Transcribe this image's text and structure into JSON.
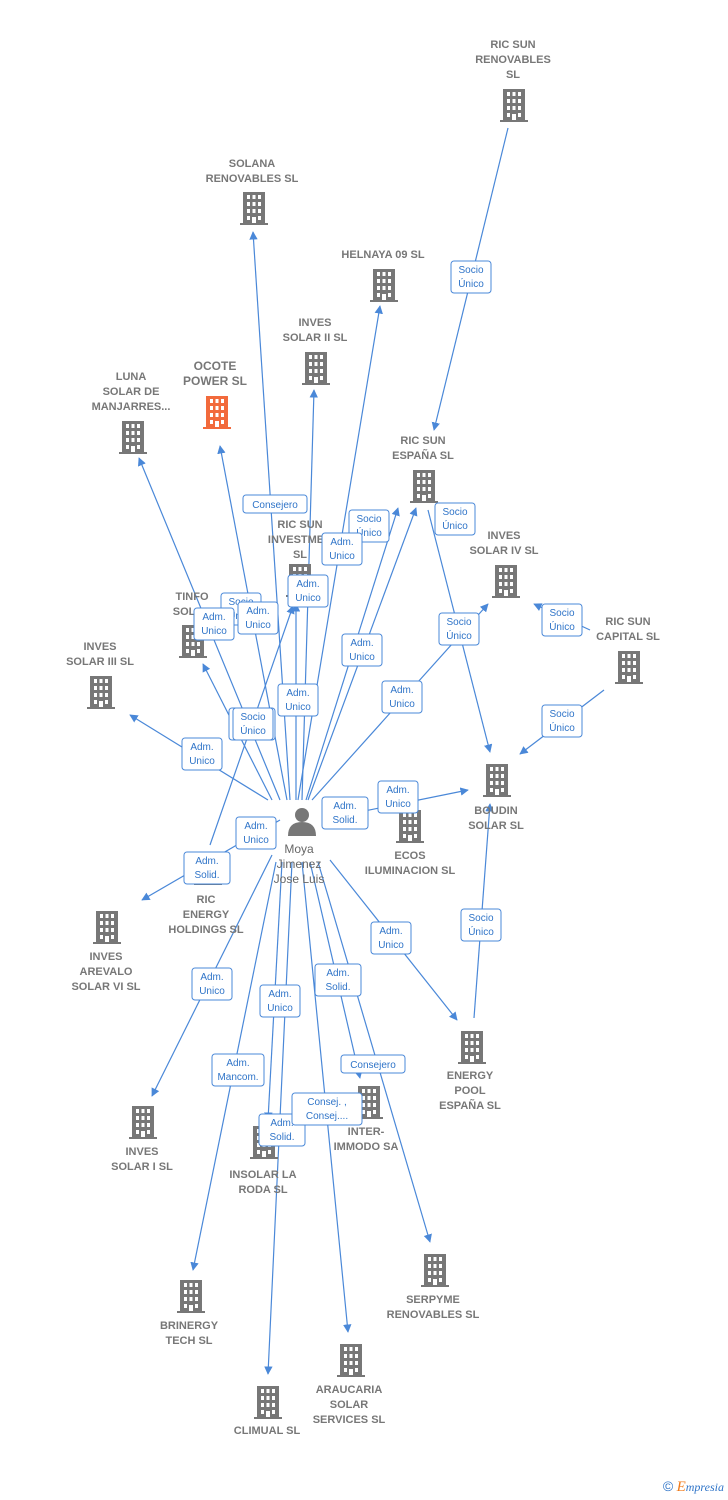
{
  "colors": {
    "building": "#777777",
    "building_highlight": "#f26a3c",
    "edge": "#4a88d8",
    "person": "#777777"
  },
  "person": {
    "name_lines": [
      "Moya",
      "Jimenez",
      "Jose Luis"
    ],
    "icon": "person-icon"
  },
  "companies": [
    {
      "id": "ric_sun_renovables",
      "lines": [
        "RIC SUN",
        "RENOVABLES",
        "SL"
      ]
    },
    {
      "id": "solana_renovables",
      "lines": [
        "SOLANA",
        "RENOVABLES SL"
      ]
    },
    {
      "id": "helnaya_09",
      "lines": [
        "HELNAYA 09 SL"
      ]
    },
    {
      "id": "inves_solar_ii",
      "lines": [
        "INVES",
        "SOLAR II SL"
      ]
    },
    {
      "id": "ocote_power",
      "lines": [
        "OCOTE",
        "POWER  SL"
      ],
      "highlight": true
    },
    {
      "id": "luna_solar",
      "lines": [
        "LUNA",
        "SOLAR DE",
        "MANJARRES..."
      ]
    },
    {
      "id": "ric_sun_espana",
      "lines": [
        "RIC SUN",
        "ESPAÑA  SL"
      ]
    },
    {
      "id": "ric_sun_investments",
      "lines": [
        "RIC SUN",
        "INVESTMEN",
        "SL"
      ]
    },
    {
      "id": "inves_solar_iv",
      "lines": [
        "INVES",
        "SOLAR IV SL"
      ]
    },
    {
      "id": "tinfo_solar",
      "lines": [
        "TINFO",
        "SOLAR"
      ]
    },
    {
      "id": "ric_sun_capital",
      "lines": [
        "RIC SUN",
        "CAPITAL  SL"
      ]
    },
    {
      "id": "inves_solar_iii",
      "lines": [
        "INVES",
        "SOLAR III SL"
      ]
    },
    {
      "id": "boudin_solar",
      "lines": [
        "BOUDIN",
        "SOLAR SL"
      ]
    },
    {
      "id": "ecos_iluminacion",
      "lines": [
        "ECOS",
        "ILUMINACION SL"
      ]
    },
    {
      "id": "ric_energy_holdings",
      "lines": [
        "RIC",
        "ENERGY",
        "HOLDINGS  SL"
      ]
    },
    {
      "id": "inves_arevalo",
      "lines": [
        "INVES",
        "AREVALO",
        "SOLAR VI SL"
      ]
    },
    {
      "id": "energy_pool",
      "lines": [
        "ENERGY",
        "POOL",
        "ESPAÑA  SL"
      ]
    },
    {
      "id": "inter_immodo",
      "lines": [
        "INTER-",
        "IMMODO SA"
      ]
    },
    {
      "id": "inves_solar_i",
      "lines": [
        "INVES",
        "SOLAR I SL"
      ]
    },
    {
      "id": "insolar_la_roda",
      "lines": [
        "INSOLAR LA",
        "RODA  SL"
      ]
    },
    {
      "id": "serpyme",
      "lines": [
        "SERPYME",
        "RENOVABLES SL"
      ]
    },
    {
      "id": "brinergy",
      "lines": [
        "BRINERGY",
        "TECH  SL"
      ]
    },
    {
      "id": "araucaria",
      "lines": [
        "ARAUCARIA",
        "SOLAR",
        "SERVICES SL"
      ]
    },
    {
      "id": "climual",
      "lines": [
        "CLIMUAL SL"
      ]
    }
  ],
  "edge_labels": [
    {
      "lines": [
        "Socio",
        "Único"
      ]
    },
    {
      "lines": [
        "Consejero"
      ]
    },
    {
      "lines": [
        "Socio",
        "Único"
      ]
    },
    {
      "lines": [
        "Adm.",
        "Unico"
      ]
    },
    {
      "lines": [
        "Socio",
        "Único"
      ]
    },
    {
      "lines": [
        "Adm.",
        "Unico"
      ]
    },
    {
      "lines": [
        "Socio",
        "Único"
      ]
    },
    {
      "lines": [
        "Adm.",
        "Unico"
      ]
    },
    {
      "lines": [
        "Adm.",
        "Unico"
      ]
    },
    {
      "lines": [
        "Adm.",
        "Unico"
      ]
    },
    {
      "lines": [
        "Socio",
        "Único"
      ]
    },
    {
      "lines": [
        "Socio",
        "Único"
      ]
    },
    {
      "lines": [
        "Adm.",
        "Unico"
      ]
    },
    {
      "lines": [
        "Adm.",
        "Unico"
      ]
    },
    {
      "lines": [
        "Adm.",
        "Unico"
      ]
    },
    {
      "lines": [
        "Socio",
        "Único"
      ]
    },
    {
      "lines": [
        "Adm.",
        "Unico"
      ]
    },
    {
      "lines": [
        "Adm.",
        "Unico"
      ]
    },
    {
      "lines": [
        "Adm.",
        "Solid."
      ]
    },
    {
      "lines": [
        "Adm.",
        "Unico"
      ]
    },
    {
      "lines": [
        "Adm.",
        "Solid."
      ]
    },
    {
      "lines": [
        "Socio",
        "Único"
      ]
    },
    {
      "lines": [
        "Adm.",
        "Unico"
      ]
    },
    {
      "lines": [
        "Adm.",
        "Unico"
      ]
    },
    {
      "lines": [
        "Adm.",
        "Solid."
      ]
    },
    {
      "lines": [
        "Adm.",
        "Mancom."
      ]
    },
    {
      "lines": [
        "Consejero"
      ]
    },
    {
      "lines": [
        "Adm.",
        "Solid."
      ]
    },
    {
      "lines": [
        "Consej. ,",
        "Consej...."
      ]
    },
    {
      "lines": [
        "Adm.",
        "Solid."
      ]
    },
    {
      "lines": [
        "Socio",
        "Único"
      ]
    }
  ],
  "footer": {
    "copyright": "©",
    "brand_first": "E",
    "brand_rest": "mpresia"
  }
}
